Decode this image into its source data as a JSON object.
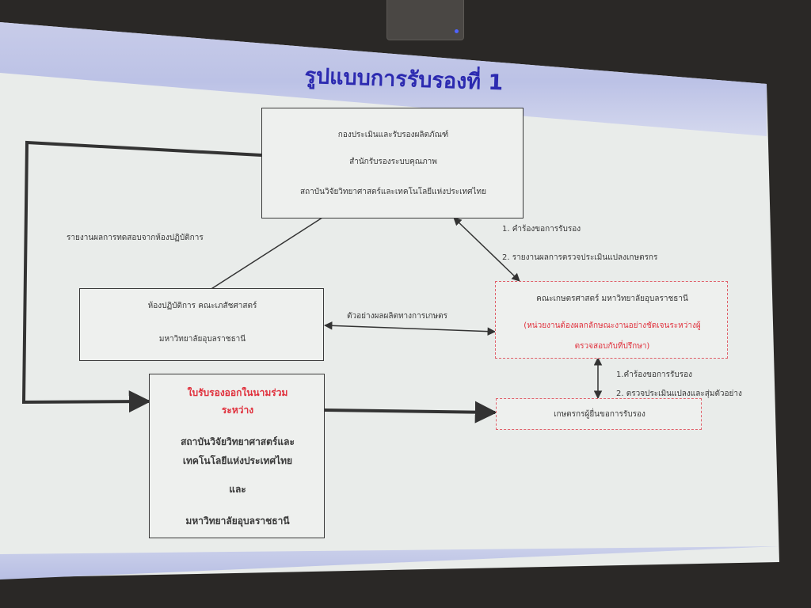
{
  "title": "รูปแบบการรับรองที่ 1",
  "boxes": {
    "top": {
      "lines": [
        "กองประเมินและรับรองผลิตภัณฑ์",
        "สำนักรับรองระบบคุณภาพ",
        "สถาบันวิจัยวิทยาศาสตร์และเทคโนโลยีแห่งประเทศไทย"
      ]
    },
    "lab": {
      "lines": [
        "ห้องปฏิบัติการ คณะเภสัชศาสตร์",
        "มหาวิทยาลัยอุบลราชธานี"
      ]
    },
    "faculty": {
      "line1": "คณะเกษตรศาสตร์ มหาวิทยาลัยอุบลราชธานี",
      "line2": "(หน่วยงานต้องผลกลักษณะงานอย่างชัดเจนระหว่างผู้",
      "line3": "ตรวจสอบกับที่ปรึกษา)"
    },
    "farmers": {
      "label": "เกษตรกรผู้ยื่นขอการรับรอง"
    },
    "certificate": {
      "red_line1": "ใบรับรองออกในนามร่วม",
      "red_line2": "ระหว่าง",
      "line3": "สถาบันวิจัยวิทยาศาสตร์และ",
      "line4": "เทคโนโลยีแห่งประเทศไทย",
      "line5": "และ",
      "line6": "มหาวิทยาลัยอุบลราชธานี"
    }
  },
  "edge_labels": {
    "lab_report": "รายงานผลการทดสอบจากห้องปฏิบัติการ",
    "samples": "ตัวอย่างผลผลิตทางการเกษตร",
    "top_right_1": "1. คำร้องขอการรับรอง",
    "top_right_2": "2. รายงานผลการตรวจประเมินแปลงเกษตรกร",
    "mid_right_1": "1.คำร้องขอการรับรอง",
    "mid_right_2": "2. ตรวจประเมินแปลงและสุ่มตัวอย่าง"
  },
  "colors": {
    "title": "#2c2ab0",
    "highlight_red": "#e0303c",
    "dashed_border": "#e0606a",
    "line": "#333333"
  }
}
